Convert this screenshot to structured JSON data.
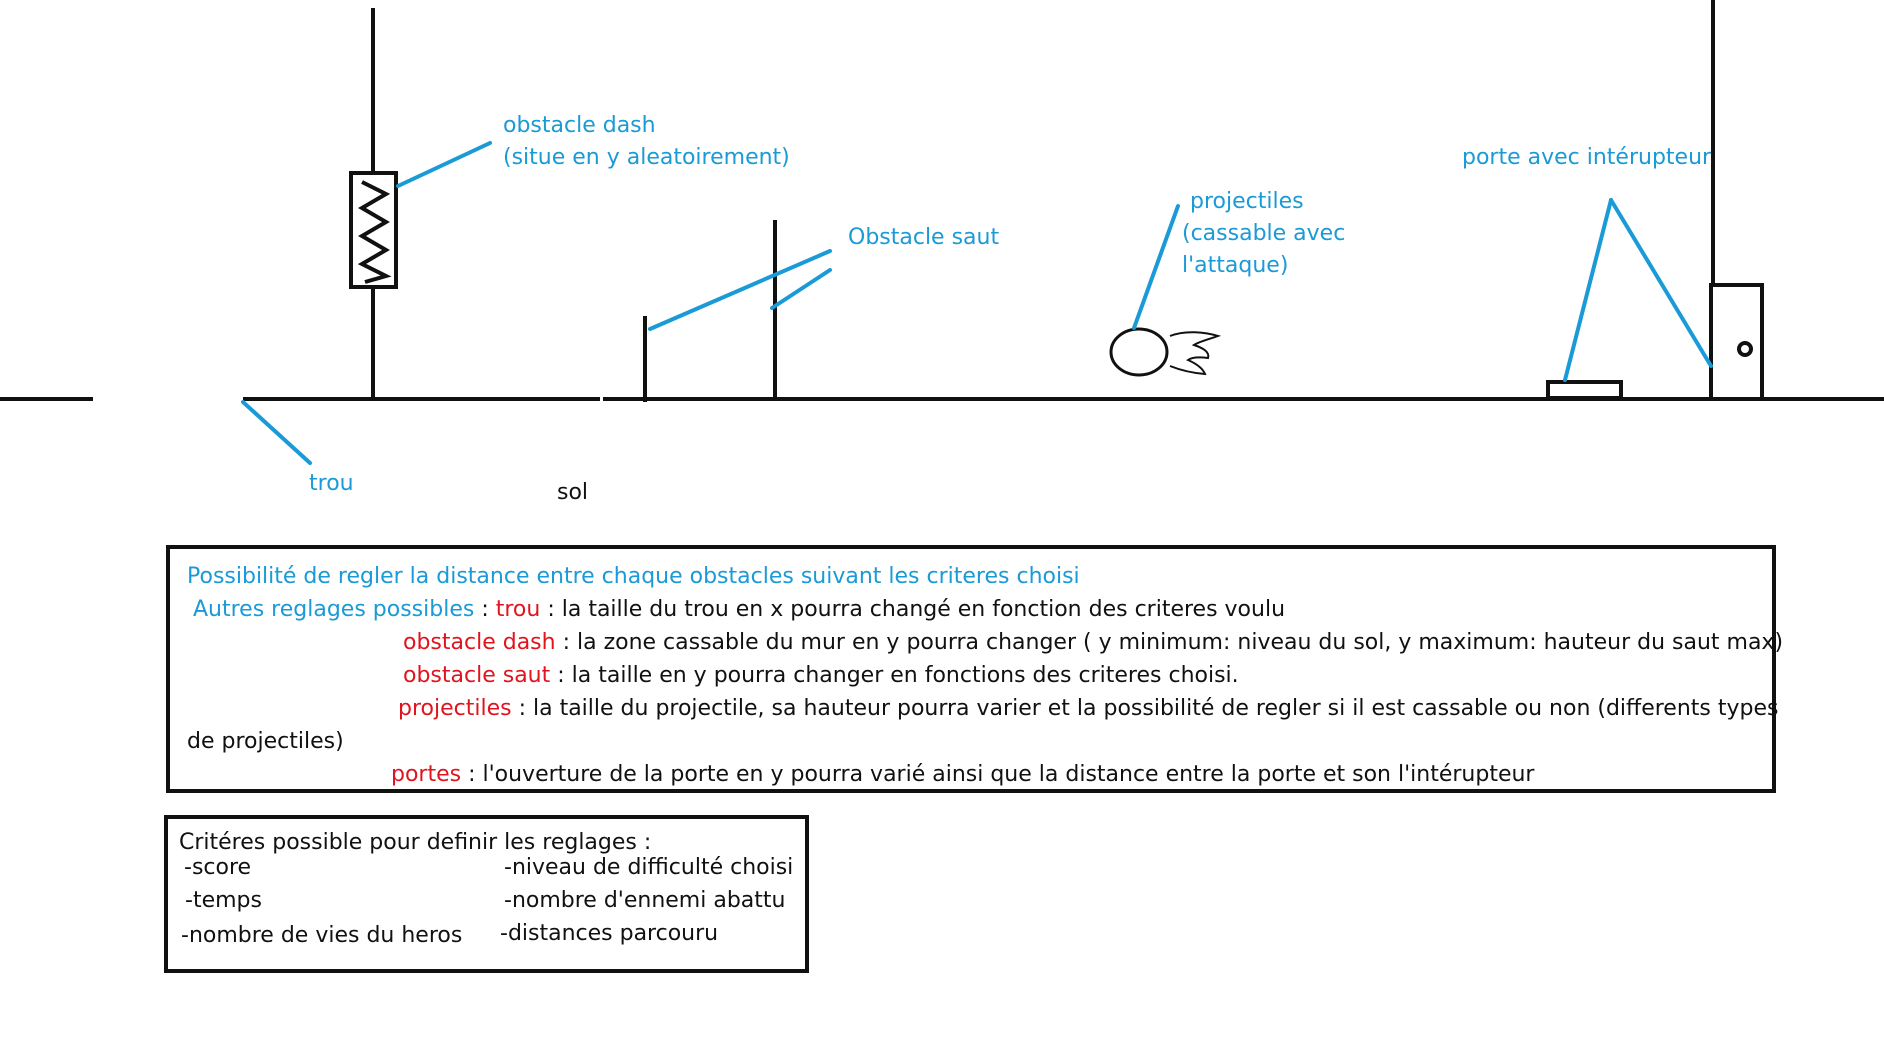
{
  "colors": {
    "label": "#1a9ad6",
    "highlight": "#e0141e",
    "ink": "#111111"
  },
  "labels": {
    "dash_line1": "obstacle dash",
    "dash_line2": "(situe en y aleatoirement)",
    "saut": "Obstacle saut",
    "proj_line1": "projectiles",
    "proj_line2": "(cassable avec",
    "proj_line3": "l'attaque)",
    "porte": "porte avec intérupteur",
    "trou": "trou",
    "sol": "sol"
  },
  "settings": {
    "heading": "Possibilité de regler la distance entre chaque obstacles suivant les criteres choisi",
    "autres_label": "Autres reglages possibles",
    "autres_sep": " : ",
    "trou_term": "trou",
    "trou_text": " : la taille du trou en x pourra changé en fonction des criteres voulu",
    "dash_term": "obstacle dash",
    "dash_text": " : la zone cassable du mur en y  pourra changer ( y minimum: niveau du sol, y maximum: hauteur  du saut max)",
    "saut_term": "obstacle saut",
    "saut_text": " : la taille en y pourra changer en fonctions des criteres choisi.",
    "proj_term": "projectiles",
    "proj_text": " : la taille du projectile, sa hauteur pourra varier et la possibilité de regler si il est cassable ou non (differents types",
    "proj_text_cont": "de projectiles)",
    "portes_term": "portes",
    "portes_text": " : l'ouverture de la porte en y pourra varié ainsi que la distance entre la porte et son l'intérupteur"
  },
  "criteria": {
    "heading": "Critéres possible pour definir les reglages :",
    "items": [
      "-score",
      "-temps",
      "-nombre de vies du heros",
      "-niveau de difficulté choisi",
      "-nombre d'ennemi abattu",
      "-distances parcouru"
    ]
  }
}
